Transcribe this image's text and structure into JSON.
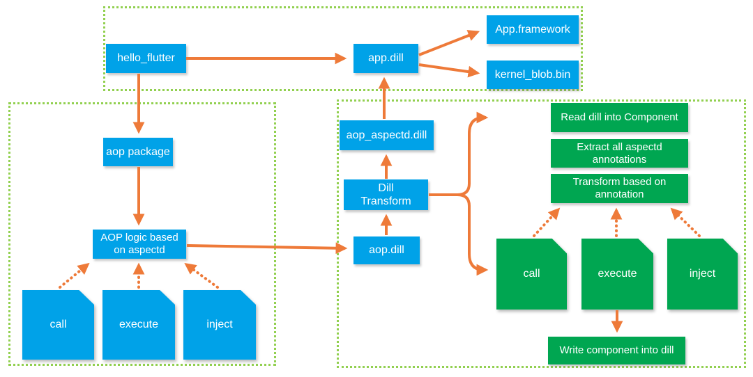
{
  "colors": {
    "node_blue": "#00a2e8",
    "node_green": "#00a651",
    "arrow": "#ee7a39",
    "region_border": "#92d050",
    "text": "#ffffff"
  },
  "nodes": {
    "hello_flutter": "hello_flutter",
    "app_dill": "app.dill",
    "app_framework": "App.framework",
    "kernel_blob_bin": "kernel_blob.bin",
    "aop_package": "aop package",
    "aop_logic": "AOP logic based\non aspectd",
    "aspectd_call": "call",
    "aspectd_execute": "execute",
    "aspectd_inject": "inject",
    "aop_aspectd_dill": "aop_aspectd.dill",
    "dill_transform": "Dill\nTransform",
    "aop_dill": "aop.dill",
    "read_dill": "Read dill into Component",
    "extract_annotations": "Extract all aspectd\nannotations",
    "transform_annotation": "Transform based on\nannotation",
    "transform_call": "call",
    "transform_execute": "execute",
    "transform_inject": "inject",
    "write_component": "Write component into dill"
  }
}
